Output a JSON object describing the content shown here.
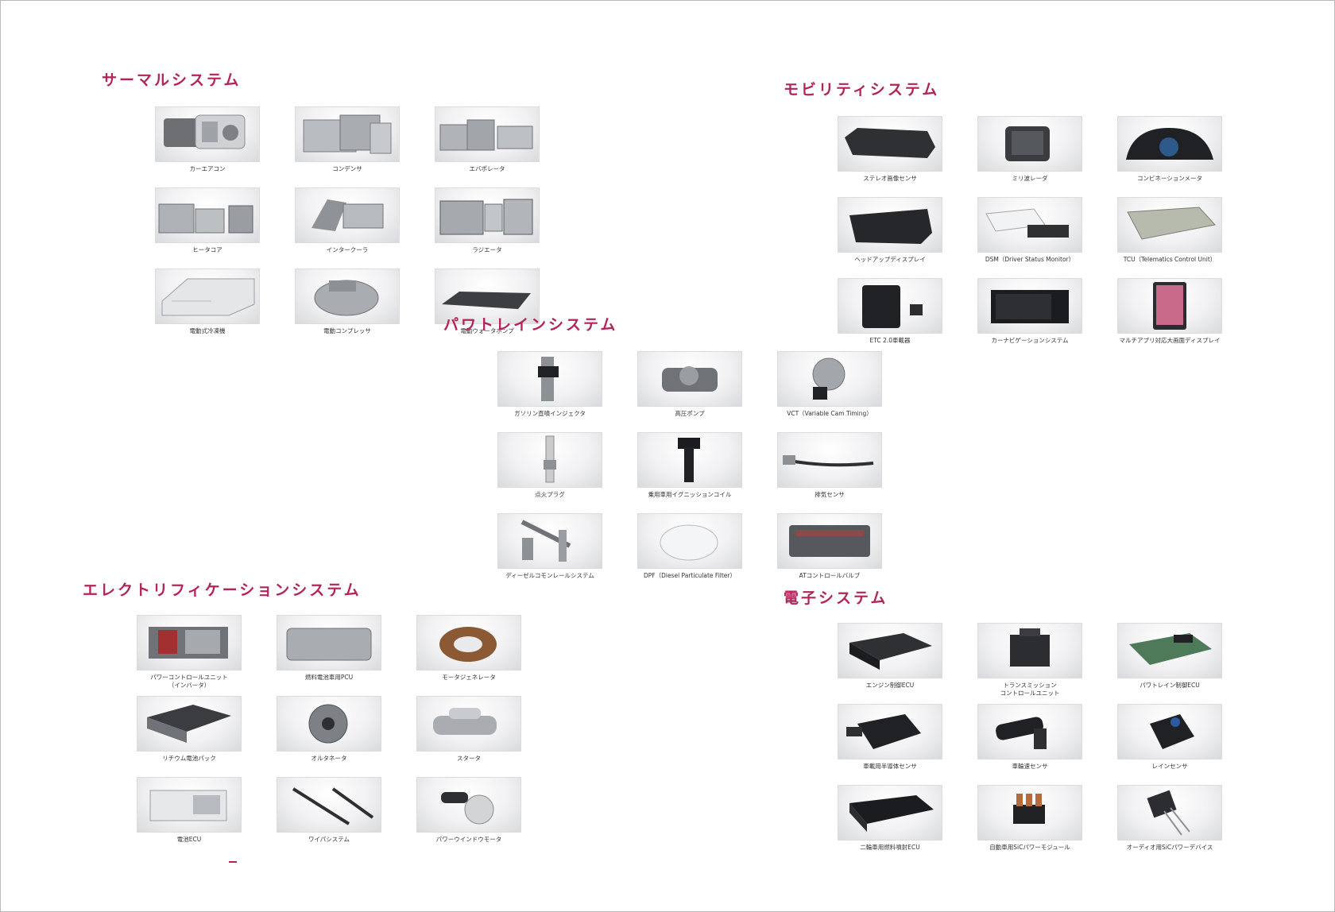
{
  "sections": {
    "thermal": {
      "title": "サーマルシステム",
      "items": [
        {
          "label": "カーエアコン"
        },
        {
          "label": "コンデンサ"
        },
        {
          "label": "エバポレータ"
        },
        {
          "label": "ヒータコア"
        },
        {
          "label": "インタークーラ"
        },
        {
          "label": "ラジエータ"
        },
        {
          "label": "電動式冷凍機"
        },
        {
          "label": "電動コンプレッサ"
        },
        {
          "label": "電動ウォータポンプ"
        }
      ]
    },
    "mobility": {
      "title": "モビリティシステム",
      "items": [
        {
          "label": "ステレオ画像センサ"
        },
        {
          "label": "ミリ波レーダ"
        },
        {
          "label": "コンビネーションメータ"
        },
        {
          "label": "ヘッドアップディスプレイ"
        },
        {
          "label": "DSM（Driver Status Monitor）"
        },
        {
          "label": "TCU（Telematics Control Unit）"
        },
        {
          "label": "ETC 2.0車載器"
        },
        {
          "label": "カーナビゲーションシステム"
        },
        {
          "label": "マルチアプリ対応大画面ディスプレイ"
        }
      ]
    },
    "powertrain": {
      "title": "パワトレインシステム",
      "items": [
        {
          "label": "ガソリン直噴インジェクタ"
        },
        {
          "label": "高圧ポンプ"
        },
        {
          "label": "VCT（Variable Cam Timing）"
        },
        {
          "label": "点火プラグ"
        },
        {
          "label": "乗用車用イグニッションコイル"
        },
        {
          "label": "排気センサ"
        },
        {
          "label": "ディーゼルコモンレールシステム"
        },
        {
          "label": "DPF（Diesel Particulate Filter）"
        },
        {
          "label": "ATコントロールバルブ"
        }
      ]
    },
    "electrification": {
      "title": "エレクトリフィケーションシステム",
      "items": [
        {
          "label": "パワーコントロールユニット\n（インバータ）"
        },
        {
          "label": "燃料電池車用PCU"
        },
        {
          "label": "モータジェネレータ"
        },
        {
          "label": "リチウム電池パック"
        },
        {
          "label": "オルタネータ"
        },
        {
          "label": "スタータ"
        },
        {
          "label": "電池ECU"
        },
        {
          "label": "ワイパシステム"
        },
        {
          "label": "パワーウインドウモータ"
        }
      ]
    },
    "electronics": {
      "title": "電子システム",
      "items": [
        {
          "label": "エンジン制御ECU"
        },
        {
          "label": "トランスミッション\nコントロールユニット"
        },
        {
          "label": "パワトレイン制御ECU"
        },
        {
          "label": "車載用半導体センサ"
        },
        {
          "label": "車輪速センサ"
        },
        {
          "label": "レインセンサ"
        },
        {
          "label": "二輪車用燃料噴射ECU"
        },
        {
          "label": "自動車用SiCパワーモジュール"
        },
        {
          "label": "オーディオ用SiCパワーデバイス"
        }
      ]
    }
  }
}
